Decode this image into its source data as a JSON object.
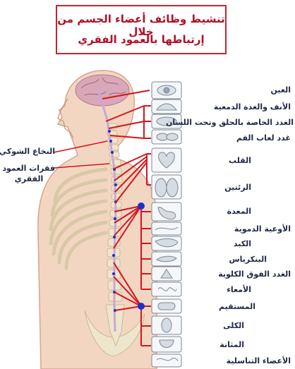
{
  "title": {
    "line1": "تنشيط وظائف أعضاء الجسم من خلال",
    "line2": "إرتباطها بالعمود الفقري"
  },
  "left_labels": {
    "spinal_cord": "النخاع الشوكي",
    "vertebrae_line1": "فقرات العمود",
    "vertebrae_line2": "الفقري"
  },
  "organs": [
    {
      "label": "العين"
    },
    {
      "label": "الأنف والغدة الدمعية"
    },
    {
      "label": "الغدد الخاصة بالحلق وتحت اللسان"
    },
    {
      "label": "غدد لعاب الفم"
    },
    {
      "label": "القلب"
    },
    {
      "label": "الرئتين"
    },
    {
      "label": "المعدة"
    },
    {
      "label": "الأوعية الدموية"
    },
    {
      "label": "الكبد"
    },
    {
      "label": "البنكرياس"
    },
    {
      "label": "الغدد الفوق الكلوية"
    },
    {
      "label": "الأمعاء"
    },
    {
      "label": "المستقيم"
    },
    {
      "label": "الكلى"
    },
    {
      "label": "المثانة"
    },
    {
      "label": "الأعضاء التناسلية"
    }
  ],
  "colors": {
    "nerve_line": "#d4141e",
    "node": "#1d2ecc",
    "title_border": "#c8242c",
    "title_text": "#b0102a",
    "label_text": "#1d2746",
    "skin": "#f3d6c2",
    "bone": "#eee6cc",
    "brain": "#d9a8b8"
  }
}
